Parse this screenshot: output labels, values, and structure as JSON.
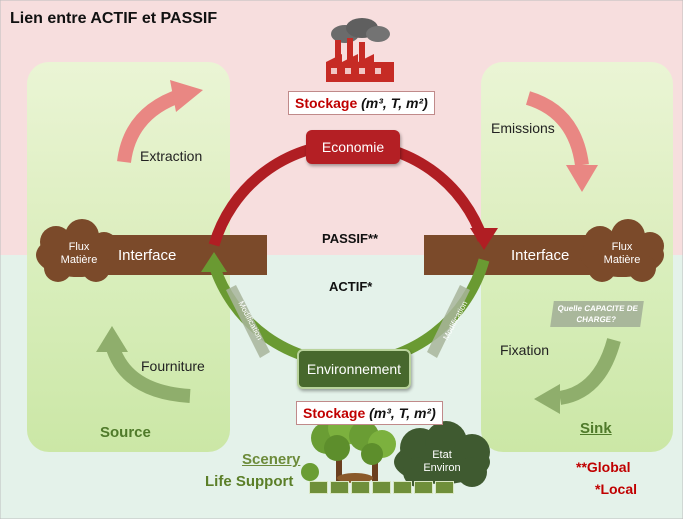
{
  "title": "Lien entre ACTIF et PASSIF",
  "stockage_top": {
    "label": "Stockage",
    "units": "(m³, T, m²)"
  },
  "stockage_bottom": {
    "label": "Stockage",
    "units": "(m³, T, m²)"
  },
  "economie": "Economie",
  "environnement": "Environnement",
  "left": {
    "extraction": "Extraction",
    "fourniture": "Fourniture",
    "source": "Source",
    "interface": "Interface",
    "flux": "Flux Matière"
  },
  "right": {
    "emissions": "Emissions",
    "fixation": "Fixation",
    "sink": "Sink",
    "interface": "Interface",
    "flux": "Flux Matière",
    "capacite": "Quelle CAPACITE DE CHARGE?"
  },
  "passif": "PASSIF**",
  "actif": "ACTIF*",
  "modification_left": "Modification",
  "modification_right": "Modification",
  "scenery": "Scenery",
  "life_support": "Life Support",
  "etat_environ": "Etat Environ",
  "legend": {
    "global": "**Global",
    "local": "*Local"
  },
  "colors": {
    "pink_bg": "#f7dede",
    "green_bg": "#e4f2ea",
    "panel": "#d7efb5",
    "economie": "#b41f24",
    "environnement": "#47682d",
    "interface": "#7b4a2a",
    "stock_key": "#c00000"
  },
  "icons": [
    "factory-icon",
    "trees-icon",
    "cloud-icon"
  ]
}
